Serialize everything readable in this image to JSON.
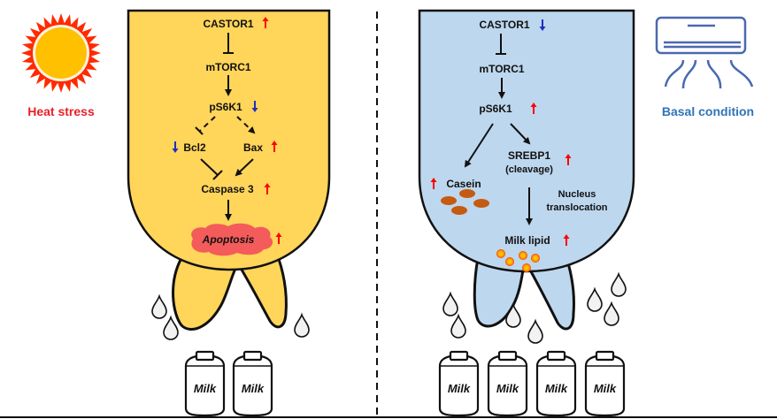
{
  "left_panel": {
    "condition_label": "Heat stress",
    "condition_icon": "sun-icon",
    "condition_color": "#e8202a",
    "body_color": "#ffd55a",
    "nodes": {
      "castor1": "CASTOR1",
      "mtorc1": "mTORC1",
      "ps6k1": "pS6K1",
      "bcl2": "Bcl2",
      "bax": "Bax",
      "caspase3": "Caspase 3",
      "apoptosis": "Apoptosis"
    },
    "regulation": {
      "castor1": "up",
      "ps6k1": "down",
      "bcl2": "down",
      "bax": "up",
      "caspase3": "up",
      "apoptosis": "up"
    },
    "milk_bottles": [
      "Milk",
      "Milk"
    ]
  },
  "right_panel": {
    "condition_label": "Basal condition",
    "condition_icon": "air-conditioner-icon",
    "condition_color": "#2e75b6",
    "body_color": "#bdd7ee",
    "nodes": {
      "castor1": "CASTOR1",
      "mtorc1": "mTORC1",
      "ps6k1": "pS6K1",
      "srebp1": "SREBP1",
      "srebp1_note": "(cleavage)",
      "casein": "Casein",
      "translocation_1": "Nucleus",
      "translocation_2": "translocation",
      "milk_lipid": "Milk lipid"
    },
    "regulation": {
      "castor1": "down",
      "ps6k1": "up",
      "srebp1": "up",
      "casein": "up",
      "milk_lipid": "up"
    },
    "milk_bottles": [
      "Milk",
      "Milk",
      "Milk",
      "Milk"
    ]
  },
  "colors": {
    "up_arrow": "#ff0000",
    "down_arrow": "#1f2fbf",
    "apoptosis_cloud": "#f45b5b",
    "casein": "#c55a11",
    "lipid_outer": "#ff4500",
    "lipid_inner": "#ffc000"
  }
}
